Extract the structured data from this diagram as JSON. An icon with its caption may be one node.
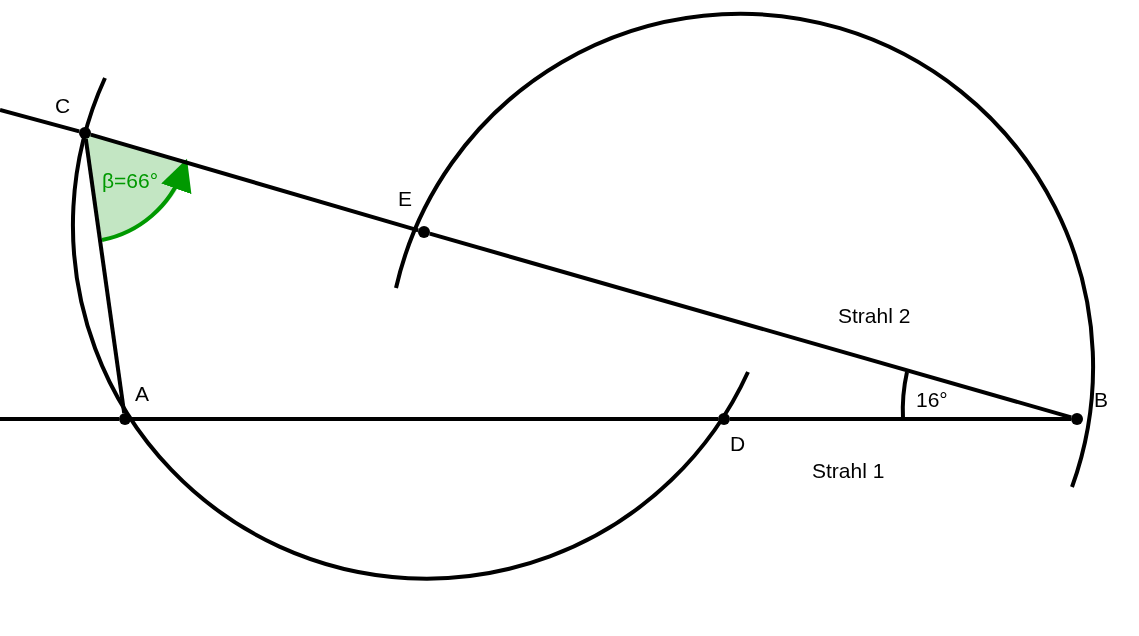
{
  "diagram": {
    "nodes": [
      {
        "text": [
          "C"
        ]
      },
      {
        "text": [
          "E"
        ]
      },
      {
        "text": [
          "A"
        ]
      },
      {
        "text": [
          "D"
        ]
      },
      {
        "text": [
          "B"
        ]
      }
    ],
    "edges": [
      {
        "from": 2,
        "to": 0,
        "arrow": "none"
      },
      {
        "from": 4,
        "to": 1,
        "arrow": "none"
      },
      {
        "from": 1,
        "to": 0,
        "arrow": "none"
      },
      {
        "from": 0,
        "to": null,
        "arrow": "none"
      },
      {
        "from": 4,
        "to": 3,
        "arrow": "none"
      },
      {
        "from": 3,
        "to": 2,
        "arrow": "none"
      },
      {
        "from": 2,
        "to": null,
        "arrow": "none"
      }
    ],
    "labels": [
      "β=66°",
      "Strahl 2",
      "16°",
      "Strahl 1"
    ]
  }
}
